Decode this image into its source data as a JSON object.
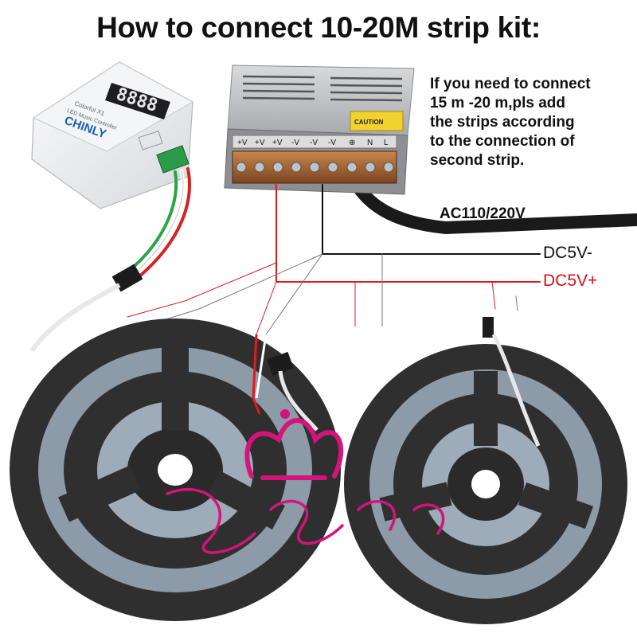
{
  "title": "How to connect 10-20M strip kit:",
  "note_lines": [
    "If you need to connect",
    "15 m -20 m,pls add",
    "the strips according",
    "to the connection of",
    "second strip."
  ],
  "labels": {
    "ac_input": "AC110/220V",
    "dc_negative": "DC5V-",
    "dc_positive": "DC5V+"
  },
  "controller": {
    "display": "8888",
    "brand_text": "CHINLY",
    "line1": "Colorful X1",
    "line2": "LED Music Controller"
  },
  "power_supply": {
    "terminal_labels": [
      "+V",
      "+V",
      "+V",
      "-V",
      "-V",
      "-V",
      "⊕",
      "N",
      "L"
    ],
    "caution": "CAUTION"
  },
  "colors": {
    "positive_wire": "#e01b1b",
    "negative_wire": "#111111",
    "data_wire": "#ffffff",
    "reel": "#2e2e2e",
    "watermark": "#d4147a"
  }
}
